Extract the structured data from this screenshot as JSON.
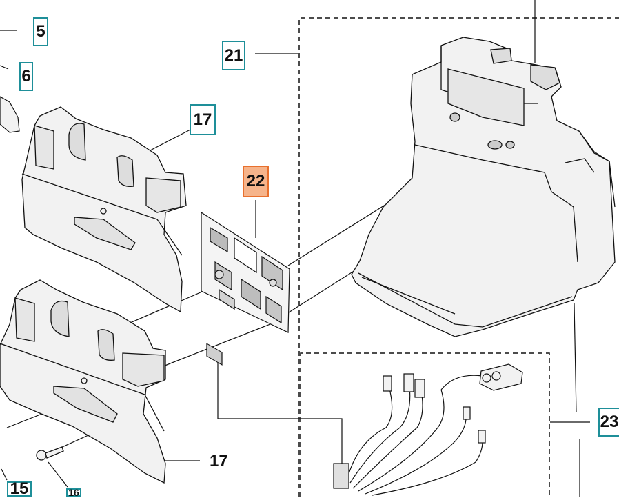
{
  "colors": {
    "callout_border": "#1e8f99",
    "highlight_fill": "#f6b48b",
    "highlight_border": "#e8702e",
    "part_fill": "#f2f2f2",
    "line": "#111111"
  },
  "callouts": {
    "c5": "5",
    "c6": "6",
    "c17_top": "17",
    "c21": "21",
    "c22": "22",
    "c23": "23",
    "c15": "15",
    "c16": "16",
    "c17_bottom": "17"
  }
}
